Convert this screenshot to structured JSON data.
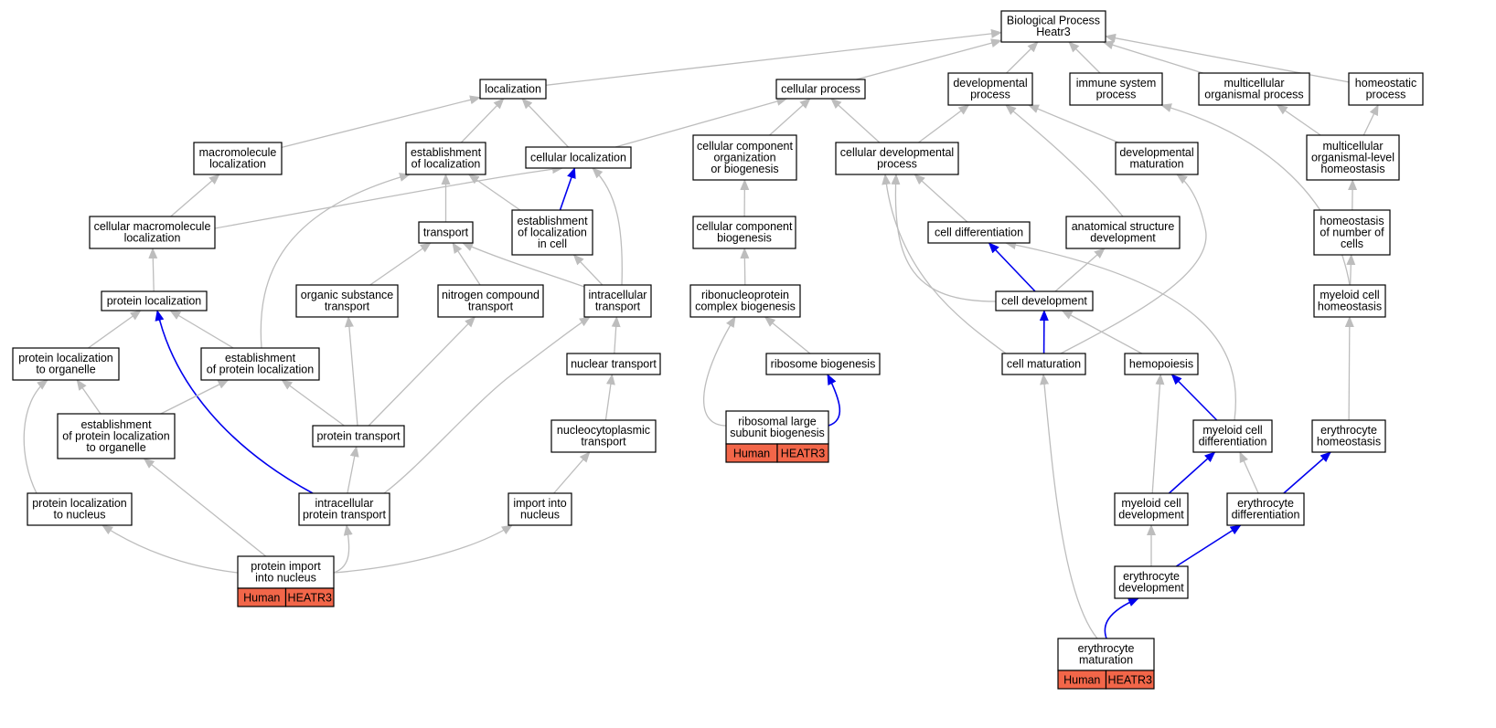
{
  "colors": {
    "edge_gray": "#bdbdbd",
    "edge_blue": "#0000ee",
    "annotation_fill": "#f26649",
    "node_border": "#000000"
  },
  "nodes": [
    {
      "id": "bp",
      "lines": [
        "Biological Process",
        "Heatr3"
      ]
    },
    {
      "id": "localization",
      "lines": [
        "localization"
      ]
    },
    {
      "id": "cellular_process",
      "lines": [
        "cellular process"
      ]
    },
    {
      "id": "developmental_process",
      "lines": [
        "developmental",
        "process"
      ]
    },
    {
      "id": "immune_system_process",
      "lines": [
        "immune system",
        "process"
      ]
    },
    {
      "id": "multicellular_organismal_process",
      "lines": [
        "multicellular",
        "organismal process"
      ]
    },
    {
      "id": "homeostatic_process",
      "lines": [
        "homeostatic",
        "process"
      ]
    },
    {
      "id": "macromolecule_localization",
      "lines": [
        "macromolecule",
        "localization"
      ]
    },
    {
      "id": "establishment_of_localization",
      "lines": [
        "establishment",
        "of localization"
      ]
    },
    {
      "id": "cellular_localization",
      "lines": [
        "cellular localization"
      ]
    },
    {
      "id": "ccob",
      "lines": [
        "cellular component",
        "organization",
        "or biogenesis"
      ]
    },
    {
      "id": "cellular_developmental_process",
      "lines": [
        "cellular developmental",
        "process"
      ]
    },
    {
      "id": "developmental_maturation",
      "lines": [
        "developmental",
        "maturation"
      ]
    },
    {
      "id": "multicellular_organismal_level_homeostasis",
      "lines": [
        "multicellular",
        "organismal-level",
        "homeostasis"
      ]
    },
    {
      "id": "cellular_macromolecule_localization",
      "lines": [
        "cellular macromolecule",
        "localization"
      ]
    },
    {
      "id": "transport",
      "lines": [
        "transport"
      ]
    },
    {
      "id": "establishment_of_localization_in_cell",
      "lines": [
        "establishment",
        "of localization",
        "in cell"
      ]
    },
    {
      "id": "cellular_component_biogenesis",
      "lines": [
        "cellular component",
        "biogenesis"
      ]
    },
    {
      "id": "cell_differentiation",
      "lines": [
        "cell differentiation"
      ]
    },
    {
      "id": "anatomical_structure_development",
      "lines": [
        "anatomical structure",
        "development"
      ]
    },
    {
      "id": "homeostasis_of_number_of_cells",
      "lines": [
        "homeostasis",
        "of number of",
        "cells"
      ]
    },
    {
      "id": "protein_localization",
      "lines": [
        "protein localization"
      ]
    },
    {
      "id": "organic_substance_transport",
      "lines": [
        "organic substance",
        "transport"
      ]
    },
    {
      "id": "nitrogen_compound_transport",
      "lines": [
        "nitrogen compound",
        "transport"
      ]
    },
    {
      "id": "intracellular_transport",
      "lines": [
        "intracellular",
        "transport"
      ]
    },
    {
      "id": "ribonucleoprotein_complex_biogenesis",
      "lines": [
        "ribonucleoprotein",
        "complex biogenesis"
      ]
    },
    {
      "id": "cell_development",
      "lines": [
        "cell development"
      ]
    },
    {
      "id": "myeloid_cell_homeostasis",
      "lines": [
        "myeloid cell",
        "homeostasis"
      ]
    },
    {
      "id": "protein_localization_to_organelle",
      "lines": [
        "protein localization",
        "to organelle"
      ]
    },
    {
      "id": "establishment_of_protein_localization",
      "lines": [
        "establishment",
        "of protein localization"
      ]
    },
    {
      "id": "nuclear_transport",
      "lines": [
        "nuclear transport"
      ]
    },
    {
      "id": "ribosome_biogenesis",
      "lines": [
        "ribosome biogenesis"
      ]
    },
    {
      "id": "cell_maturation",
      "lines": [
        "cell maturation"
      ]
    },
    {
      "id": "hemopoiesis",
      "lines": [
        "hemopoiesis"
      ]
    },
    {
      "id": "establishment_of_protein_localization_to_organelle",
      "lines": [
        "establishment",
        "of protein localization",
        "to organelle"
      ]
    },
    {
      "id": "protein_transport",
      "lines": [
        "protein transport"
      ]
    },
    {
      "id": "nucleocytoplasmic_transport",
      "lines": [
        "nucleocytoplasmic",
        "transport"
      ]
    },
    {
      "id": "ribosomal_large_subunit_biogenesis",
      "lines": [
        "ribosomal large",
        "subunit biogenesis"
      ],
      "annotation": [
        "Human",
        "HEATR3"
      ]
    },
    {
      "id": "myeloid_cell_differentiation",
      "lines": [
        "myeloid cell",
        "differentiation"
      ]
    },
    {
      "id": "erythrocyte_homeostasis",
      "lines": [
        "erythrocyte",
        "homeostasis"
      ]
    },
    {
      "id": "protein_localization_to_nucleus",
      "lines": [
        "protein localization",
        "to nucleus"
      ]
    },
    {
      "id": "intracellular_protein_transport",
      "lines": [
        "intracellular",
        "protein transport"
      ]
    },
    {
      "id": "import_into_nucleus",
      "lines": [
        "import into",
        "nucleus"
      ]
    },
    {
      "id": "myeloid_cell_development",
      "lines": [
        "myeloid cell",
        "development"
      ]
    },
    {
      "id": "erythrocyte_differentiation",
      "lines": [
        "erythrocyte",
        "differentiation"
      ]
    },
    {
      "id": "protein_import_into_nucleus",
      "lines": [
        "protein import",
        "into nucleus"
      ],
      "annotation": [
        "Human",
        "HEATR3"
      ]
    },
    {
      "id": "erythrocyte_development",
      "lines": [
        "erythrocyte",
        "development"
      ]
    },
    {
      "id": "erythrocyte_maturation",
      "lines": [
        "erythrocyte",
        "maturation"
      ],
      "annotation": [
        "Human",
        "HEATR3"
      ]
    }
  ],
  "edges": [
    {
      "from": "localization",
      "to": "bp",
      "kind": "is_a"
    },
    {
      "from": "cellular_process",
      "to": "bp",
      "kind": "is_a"
    },
    {
      "from": "developmental_process",
      "to": "bp",
      "kind": "is_a"
    },
    {
      "from": "immune_system_process",
      "to": "bp",
      "kind": "is_a"
    },
    {
      "from": "multicellular_organismal_process",
      "to": "bp",
      "kind": "is_a"
    },
    {
      "from": "homeostatic_process",
      "to": "bp",
      "kind": "is_a"
    },
    {
      "from": "macromolecule_localization",
      "to": "localization",
      "kind": "is_a"
    },
    {
      "from": "establishment_of_localization",
      "to": "localization",
      "kind": "is_a"
    },
    {
      "from": "cellular_localization",
      "to": "localization",
      "kind": "is_a"
    },
    {
      "from": "cellular_localization",
      "to": "cellular_process",
      "kind": "is_a"
    },
    {
      "from": "ccob",
      "to": "cellular_process",
      "kind": "is_a"
    },
    {
      "from": "cellular_developmental_process",
      "to": "cellular_process",
      "kind": "is_a"
    },
    {
      "from": "cellular_developmental_process",
      "to": "developmental_process",
      "kind": "is_a"
    },
    {
      "from": "developmental_maturation",
      "to": "developmental_process",
      "kind": "is_a"
    },
    {
      "from": "anatomical_structure_development",
      "to": "developmental_process",
      "kind": "is_a"
    },
    {
      "from": "multicellular_organismal_level_homeostasis",
      "to": "multicellular_organismal_process",
      "kind": "is_a"
    },
    {
      "from": "multicellular_organismal_level_homeostasis",
      "to": "homeostatic_process",
      "kind": "is_a"
    },
    {
      "from": "myeloid_cell_homeostasis",
      "to": "immune_system_process",
      "kind": "is_a"
    },
    {
      "from": "cellular_macromolecule_localization",
      "to": "macromolecule_localization",
      "kind": "is_a"
    },
    {
      "from": "cellular_macromolecule_localization",
      "to": "cellular_localization",
      "kind": "is_a"
    },
    {
      "from": "transport",
      "to": "establishment_of_localization",
      "kind": "is_a"
    },
    {
      "from": "establishment_of_localization_in_cell",
      "to": "establishment_of_localization",
      "kind": "is_a"
    },
    {
      "from": "establishment_of_localization_in_cell",
      "to": "cellular_localization",
      "kind": "blue"
    },
    {
      "from": "intracellular_transport",
      "to": "cellular_localization",
      "kind": "is_a"
    },
    {
      "from": "intracellular_transport",
      "to": "transport",
      "kind": "is_a"
    },
    {
      "from": "intracellular_transport",
      "to": "establishment_of_localization_in_cell",
      "kind": "is_a"
    },
    {
      "from": "cellular_component_biogenesis",
      "to": "ccob",
      "kind": "is_a"
    },
    {
      "from": "ribonucleoprotein_complex_biogenesis",
      "to": "cellular_component_biogenesis",
      "kind": "is_a"
    },
    {
      "from": "cell_differentiation",
      "to": "cellular_developmental_process",
      "kind": "is_a"
    },
    {
      "from": "cell_development",
      "to": "cellular_developmental_process",
      "kind": "is_a"
    },
    {
      "from": "cell_maturation",
      "to": "cellular_developmental_process",
      "kind": "is_a"
    },
    {
      "from": "cell_maturation",
      "to": "developmental_maturation",
      "kind": "is_a"
    },
    {
      "from": "cell_development",
      "to": "cell_differentiation",
      "kind": "blue"
    },
    {
      "from": "cell_development",
      "to": "anatomical_structure_development",
      "kind": "is_a"
    },
    {
      "from": "myeloid_cell_differentiation",
      "to": "cell_differentiation",
      "kind": "is_a"
    },
    {
      "from": "homeostasis_of_number_of_cells",
      "to": "multicellular_organismal_level_homeostasis",
      "kind": "is_a"
    },
    {
      "from": "myeloid_cell_homeostasis",
      "to": "homeostasis_of_number_of_cells",
      "kind": "is_a"
    },
    {
      "from": "protein_localization",
      "to": "cellular_macromolecule_localization",
      "kind": "is_a"
    },
    {
      "from": "organic_substance_transport",
      "to": "transport",
      "kind": "is_a"
    },
    {
      "from": "nitrogen_compound_transport",
      "to": "transport",
      "kind": "is_a"
    },
    {
      "from": "nuclear_transport",
      "to": "intracellular_transport",
      "kind": "is_a"
    },
    {
      "from": "ribosome_biogenesis",
      "to": "ribonucleoprotein_complex_biogenesis",
      "kind": "is_a"
    },
    {
      "from": "ribosomal_large_subunit_biogenesis",
      "to": "ribonucleoprotein_complex_biogenesis",
      "kind": "is_a"
    },
    {
      "from": "ribosomal_large_subunit_biogenesis",
      "to": "ribosome_biogenesis",
      "kind": "blue"
    },
    {
      "from": "cell_maturation",
      "to": "cell_development",
      "kind": "blue"
    },
    {
      "from": "hemopoiesis",
      "to": "cell_development",
      "kind": "is_a"
    },
    {
      "from": "protein_localization_to_organelle",
      "to": "protein_localization",
      "kind": "is_a"
    },
    {
      "from": "establishment_of_protein_localization",
      "to": "protein_localization",
      "kind": "is_a"
    },
    {
      "from": "establishment_of_protein_localization",
      "to": "establishment_of_localization",
      "kind": "is_a"
    },
    {
      "from": "intracellular_protein_transport",
      "to": "protein_localization",
      "kind": "blue"
    },
    {
      "from": "establishment_of_protein_localization_to_organelle",
      "to": "protein_localization_to_organelle",
      "kind": "is_a"
    },
    {
      "from": "establishment_of_protein_localization_to_organelle",
      "to": "establishment_of_protein_localization",
      "kind": "is_a"
    },
    {
      "from": "protein_transport",
      "to": "organic_substance_transport",
      "kind": "is_a"
    },
    {
      "from": "protein_transport",
      "to": "nitrogen_compound_transport",
      "kind": "is_a"
    },
    {
      "from": "protein_transport",
      "to": "establishment_of_protein_localization",
      "kind": "is_a"
    },
    {
      "from": "intracellular_protein_transport",
      "to": "protein_transport",
      "kind": "is_a"
    },
    {
      "from": "intracellular_protein_transport",
      "to": "intracellular_transport",
      "kind": "is_a"
    },
    {
      "from": "nucleocytoplasmic_transport",
      "to": "nuclear_transport",
      "kind": "is_a"
    },
    {
      "from": "import_into_nucleus",
      "to": "nucleocytoplasmic_transport",
      "kind": "is_a"
    },
    {
      "from": "protein_localization_to_nucleus",
      "to": "protein_localization_to_organelle",
      "kind": "is_a"
    },
    {
      "from": "protein_import_into_nucleus",
      "to": "protein_localization_to_nucleus",
      "kind": "is_a"
    },
    {
      "from": "protein_import_into_nucleus",
      "to": "establishment_of_protein_localization_to_organelle",
      "kind": "is_a"
    },
    {
      "from": "protein_import_into_nucleus",
      "to": "intracellular_protein_transport",
      "kind": "is_a"
    },
    {
      "from": "protein_import_into_nucleus",
      "to": "import_into_nucleus",
      "kind": "is_a"
    },
    {
      "from": "myeloid_cell_differentiation",
      "to": "hemopoiesis",
      "kind": "blue"
    },
    {
      "from": "myeloid_cell_development",
      "to": "hemopoiesis",
      "kind": "is_a"
    },
    {
      "from": "myeloid_cell_development",
      "to": "myeloid_cell_differentiation",
      "kind": "blue"
    },
    {
      "from": "erythrocyte_differentiation",
      "to": "myeloid_cell_differentiation",
      "kind": "is_a"
    },
    {
      "from": "erythrocyte_differentiation",
      "to": "erythrocyte_homeostasis",
      "kind": "blue"
    },
    {
      "from": "erythrocyte_homeostasis",
      "to": "myeloid_cell_homeostasis",
      "kind": "is_a"
    },
    {
      "from": "erythrocyte_development",
      "to": "myeloid_cell_development",
      "kind": "is_a"
    },
    {
      "from": "erythrocyte_development",
      "to": "erythrocyte_differentiation",
      "kind": "blue"
    },
    {
      "from": "erythrocyte_maturation",
      "to": "erythrocyte_development",
      "kind": "blue"
    },
    {
      "from": "erythrocyte_maturation",
      "to": "cell_maturation",
      "kind": "is_a"
    }
  ]
}
